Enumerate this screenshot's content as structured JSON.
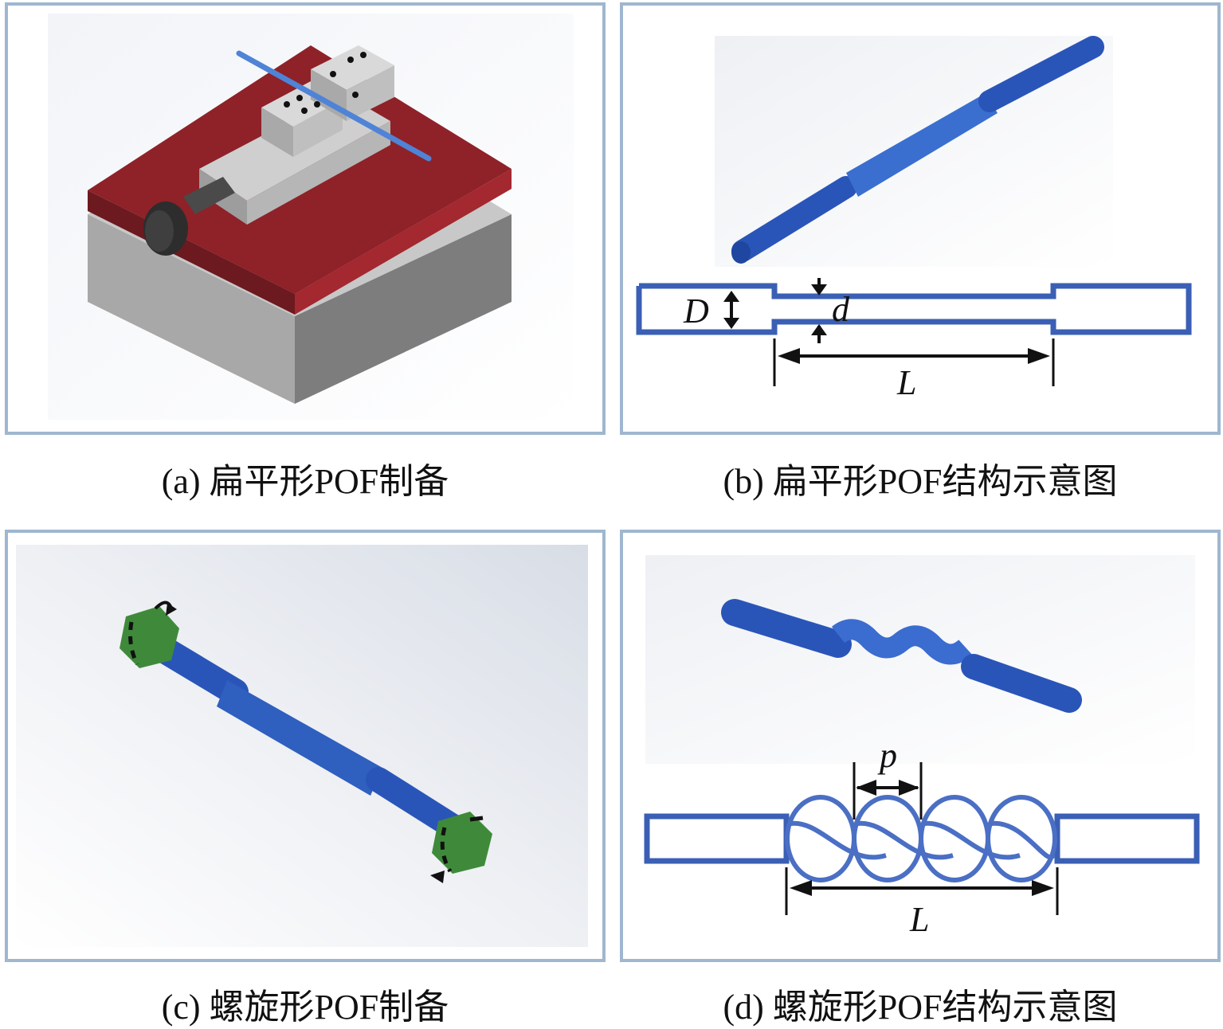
{
  "panels": [
    {
      "id": "a",
      "caption": "(a) 扁平形POF制备"
    },
    {
      "id": "b",
      "caption": "(b) 扁平形POF结构示意图",
      "labels": {
        "D": "D",
        "d": "d",
        "L": "L"
      }
    },
    {
      "id": "c",
      "caption": "(c) 螺旋形POF制备"
    },
    {
      "id": "d",
      "caption": "(d) 螺旋形POF结构示意图",
      "labels": {
        "p": "p",
        "L": "L"
      }
    }
  ],
  "colors": {
    "fiber_blue": "#2f5fbf",
    "outline_blue": "#3a5fb5",
    "plate_red": "#8e2228",
    "base_gray": "#9a9a9a",
    "fixture_green": "#3f8a3a",
    "panel_border": "#9fb7cf"
  }
}
